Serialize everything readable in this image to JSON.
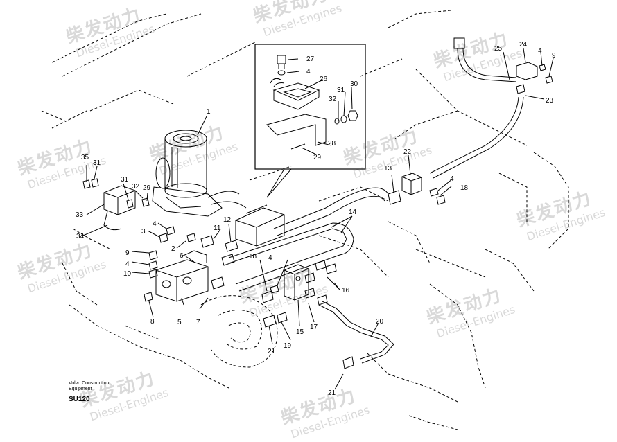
{
  "diagram": {
    "callouts": [
      "1",
      "2",
      "3",
      "4",
      "5",
      "6",
      "7",
      "8",
      "9",
      "10",
      "11",
      "12",
      "13",
      "14",
      "15",
      "16",
      "17",
      "18",
      "19",
      "20",
      "21",
      "22",
      "23",
      "24",
      "25",
      "26",
      "27",
      "28",
      "29",
      "30",
      "31",
      "32",
      "33",
      "34",
      "35"
    ],
    "caption": {
      "line1": "Volvo Construction",
      "line2": "Equipment",
      "code": "SU120"
    },
    "watermark": {
      "cn": "柴发动力",
      "en": "Diesel-Engines"
    }
  }
}
